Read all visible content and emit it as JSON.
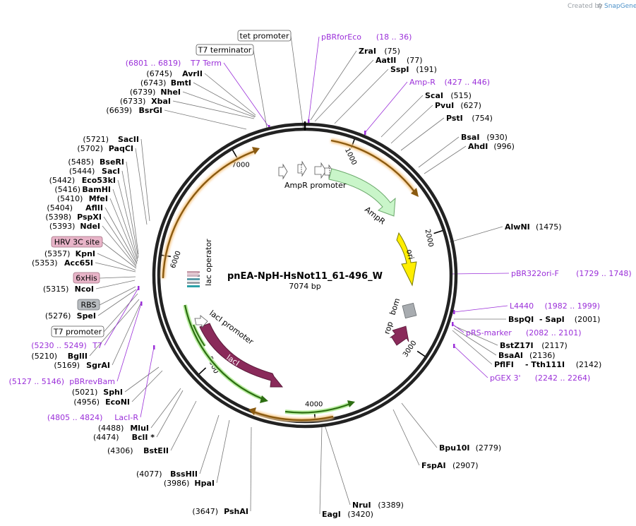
{
  "credit": {
    "prefix": "Created by",
    "brand": "SnapGene"
  },
  "plasmid": {
    "name": "pnEA-NpH-HsNot11_61-496_W",
    "size": "7074 bp"
  },
  "ticks": [
    "1000",
    "2000",
    "3000",
    "4000",
    "5000",
    "6000",
    "7000"
  ],
  "features": {
    "ampr_promoter": "AmpR promoter",
    "ampr": "AmpR",
    "ori": "ori",
    "bom": "bom",
    "rop": "rop",
    "laci_promoter": "lacI promoter",
    "laci": "lacI",
    "lac_operator": "lac operator"
  },
  "left_sites": [
    {
      "pos": "(6745)",
      "name": "AvrII"
    },
    {
      "pos": "(6743)",
      "name": "BmtI"
    },
    {
      "pos": "(6739)",
      "name": "NheI"
    },
    {
      "pos": "(6733)",
      "name": "XbaI"
    },
    {
      "pos": "(6639)",
      "name": "BsrGI"
    },
    {
      "pos": "(5721)",
      "name": "SacII"
    },
    {
      "pos": "(5702)",
      "name": "PaqCI"
    },
    {
      "pos": "(5485)",
      "name": "BseRI"
    },
    {
      "pos": "(5444)",
      "name": "SacI"
    },
    {
      "pos": "(5442)",
      "name": "Eco53kI"
    },
    {
      "pos": "(5416)",
      "name": "BamHI"
    },
    {
      "pos": "(5410)",
      "name": "MfeI"
    },
    {
      "pos": "(5404)",
      "name": "AflII"
    },
    {
      "pos": "(5398)",
      "name": "PspXI"
    },
    {
      "pos": "(5393)",
      "name": "NdeI"
    },
    {
      "pos": "(5357)",
      "name": "KpnI"
    },
    {
      "pos": "(5353)",
      "name": "Acc65I"
    },
    {
      "pos": "(5315)",
      "name": "NcoI"
    },
    {
      "pos": "(5276)",
      "name": "SpeI"
    },
    {
      "pos": "(5210)",
      "name": "BglII"
    },
    {
      "pos": "(5169)",
      "name": "SgrAI"
    },
    {
      "pos": "(5021)",
      "name": "SphI"
    },
    {
      "pos": "(4956)",
      "name": "EcoNI"
    },
    {
      "pos": "(4488)",
      "name": "MluI"
    },
    {
      "pos": "(4474)",
      "name": "BclI *"
    },
    {
      "pos": "(4306)",
      "name": "BstEII"
    },
    {
      "pos": "(4077)",
      "name": "BssHII"
    },
    {
      "pos": "(3986)",
      "name": "HpaI"
    },
    {
      "pos": "(3647)",
      "name": "PshAI"
    }
  ],
  "right_sites": [
    {
      "name": "ZraI",
      "pos": "(75)"
    },
    {
      "name": "AatII",
      "pos": "(77)"
    },
    {
      "name": "SspI",
      "pos": "(191)"
    },
    {
      "name": "ScaI",
      "pos": "(515)"
    },
    {
      "name": "PvuI",
      "pos": "(627)"
    },
    {
      "name": "PstI",
      "pos": "(754)"
    },
    {
      "name": "BsaI",
      "pos": "(930)"
    },
    {
      "name": "AhdI",
      "pos": "(996)"
    },
    {
      "name": "AlwNI",
      "pos": "(1475)"
    },
    {
      "name": "BspQI",
      "sep": "- SapI",
      "pos": "(2001)"
    },
    {
      "name": "BstZ17I",
      "pos": "(2117)"
    },
    {
      "name": "BsaAI",
      "pos": "(2136)"
    },
    {
      "name": "PflFI",
      "sep": "- Tth111I",
      "pos": "(2142)"
    },
    {
      "name": "Bpu10I",
      "pos": "(2779)"
    },
    {
      "name": "FspAI",
      "pos": "(2907)"
    },
    {
      "name": "NruI",
      "pos": "(3389)"
    },
    {
      "name": "EagI",
      "pos": "(3420)"
    }
  ],
  "primers": [
    {
      "name": "pBRforEco",
      "range": "(18 .. 36)"
    },
    {
      "name": "Amp-R",
      "range": "(427 .. 446)"
    },
    {
      "name": "pBR322ori-F",
      "range": "(1729 .. 1748)"
    },
    {
      "name": "L4440",
      "range": "(1982 .. 1999)"
    },
    {
      "name": "pRS-marker",
      "range": "(2082 .. 2101)"
    },
    {
      "name": "pGEX 3'",
      "range": "(2242 .. 2264)"
    },
    {
      "name": "T7 Term",
      "range": "(6801 .. 6819)"
    },
    {
      "name": "T7",
      "range": "(5230 .. 5249)"
    },
    {
      "name": "pBRrevBam",
      "range": "(5127 .. 5146)"
    },
    {
      "name": "LacI-R",
      "range": "(4805 .. 4824)"
    }
  ],
  "boxed": {
    "tet_promoter": "tet promoter",
    "t7_terminator": "T7 terminator",
    "hrv": "HRV 3C site",
    "his": "6xHis",
    "rbs": "RBS",
    "t7_promoter": "T7 promoter"
  },
  "colors": {
    "backbone": "#000000",
    "orange_arc": "#e8a33c",
    "green_arc": "#3f9a1f",
    "ampr": "#c9f5c9",
    "ori": "#ffee00",
    "laci": "#8a2a5a",
    "primer": "#9b30d9"
  }
}
